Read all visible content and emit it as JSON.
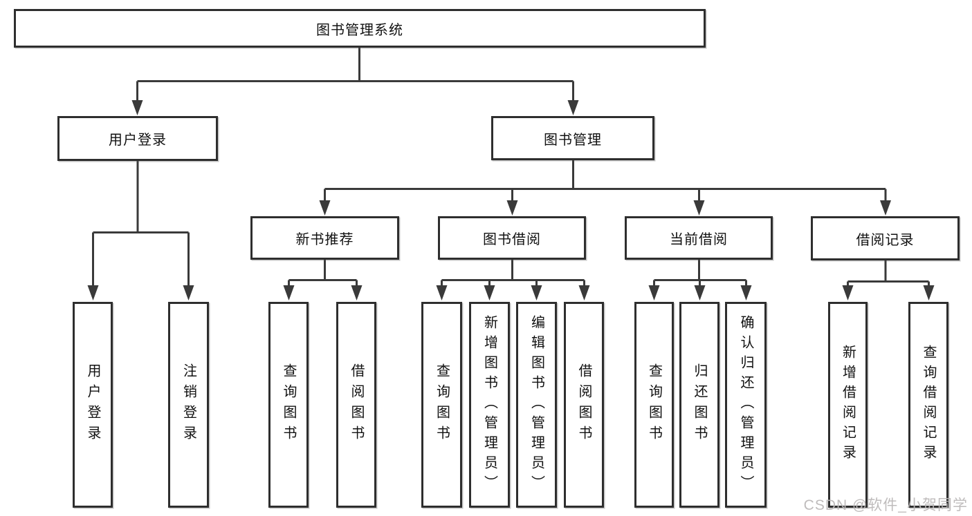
{
  "diagram": {
    "title": "图书管理系统",
    "watermark": "CSDN @软件_小贺同学",
    "colors": {
      "line": "#3a3a3a",
      "box_border": "#2e2e2e",
      "text": "#111111",
      "background": "#ffffff",
      "watermark": "#bcb8b8"
    },
    "nodes": {
      "root": {
        "label": "图书管理系统",
        "parent": null
      },
      "user_login": {
        "label": "用户登录",
        "parent": "root"
      },
      "book_mgmt": {
        "label": "图书管理",
        "parent": "root"
      },
      "new_rec": {
        "label": "新书推荐",
        "parent": "book_mgmt"
      },
      "book_borrow": {
        "label": "图书借阅",
        "parent": "book_mgmt"
      },
      "cur_borrow": {
        "label": "当前借阅",
        "parent": "book_mgmt"
      },
      "borrow_rec": {
        "label": "借阅记录",
        "parent": "book_mgmt"
      },
      "login": {
        "label": "用户登录",
        "parent": "user_login"
      },
      "logout": {
        "label": "注销登录",
        "parent": "user_login"
      },
      "rec_query": {
        "label": "查询图书",
        "parent": "new_rec"
      },
      "rec_borrow": {
        "label": "借阅图书",
        "parent": "new_rec"
      },
      "bb_query": {
        "label": "查询图书",
        "parent": "book_borrow"
      },
      "bb_add": {
        "label": "新增图书（管理员）",
        "parent": "book_borrow"
      },
      "bb_edit": {
        "label": "编辑图书（管理员）",
        "parent": "book_borrow"
      },
      "bb_borrow": {
        "label": "借阅图书",
        "parent": "book_borrow"
      },
      "cb_query": {
        "label": "查询图书",
        "parent": "cur_borrow"
      },
      "cb_return": {
        "label": "归还图书",
        "parent": "cur_borrow"
      },
      "cb_confirm": {
        "label": "确认归还（管理员）",
        "parent": "cur_borrow"
      },
      "br_add": {
        "label": "新增借阅记录",
        "parent": "borrow_rec"
      },
      "br_query": {
        "label": "查询借阅记录",
        "parent": "borrow_rec"
      }
    }
  }
}
